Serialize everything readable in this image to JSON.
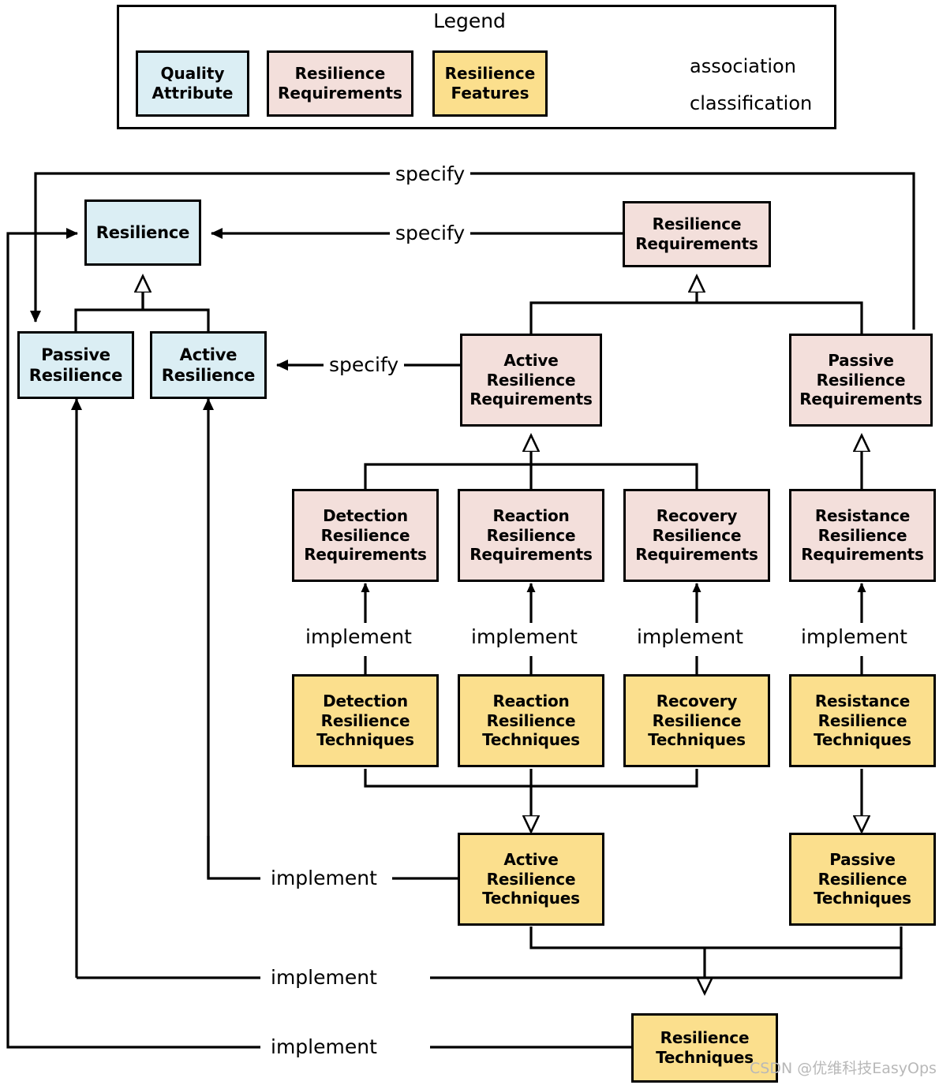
{
  "legend": {
    "title": "Legend",
    "items": [
      {
        "id": "quality-attribute",
        "lines": [
          "Quality",
          "Attribute"
        ],
        "color": "#dbeef4"
      },
      {
        "id": "resilience-requirements",
        "lines": [
          "Resilience",
          "Requirements"
        ],
        "color": "#f3dfdb"
      },
      {
        "id": "resilience-features",
        "lines": [
          "Resilience",
          "Features"
        ],
        "color": "#fbdf8d"
      }
    ],
    "relations": [
      {
        "id": "association",
        "label": "association",
        "arrow": "solid-filled"
      },
      {
        "id": "classification",
        "label": "classification",
        "arrow": "hollow-triangle"
      }
    ]
  },
  "nodes": {
    "resilience": {
      "lines": [
        "Resilience"
      ],
      "kind": "quality-attribute"
    },
    "passive_resilience": {
      "lines": [
        "Passive",
        "Resilience"
      ],
      "kind": "quality-attribute"
    },
    "active_resilience": {
      "lines": [
        "Active",
        "Resilience"
      ],
      "kind": "quality-attribute"
    },
    "resilience_reqs": {
      "lines": [
        "Resilience",
        "Requirements"
      ],
      "kind": "resilience-requirements"
    },
    "active_resilience_reqs": {
      "lines": [
        "Active",
        "Resilience",
        "Requirements"
      ],
      "kind": "resilience-requirements"
    },
    "passive_resilience_reqs": {
      "lines": [
        "Passive",
        "Resilience",
        "Requirements"
      ],
      "kind": "resilience-requirements"
    },
    "detection_reqs": {
      "lines": [
        "Detection",
        "Resilience",
        "Requirements"
      ],
      "kind": "resilience-requirements"
    },
    "reaction_reqs": {
      "lines": [
        "Reaction",
        "Resilience",
        "Requirements"
      ],
      "kind": "resilience-requirements"
    },
    "recovery_reqs": {
      "lines": [
        "Recovery",
        "Resilience",
        "Requirements"
      ],
      "kind": "resilience-requirements"
    },
    "resistance_reqs": {
      "lines": [
        "Resistance",
        "Resilience",
        "Requirements"
      ],
      "kind": "resilience-requirements"
    },
    "detection_tech": {
      "lines": [
        "Detection",
        "Resilience",
        "Techniques"
      ],
      "kind": "resilience-features"
    },
    "reaction_tech": {
      "lines": [
        "Reaction",
        "Resilience",
        "Techniques"
      ],
      "kind": "resilience-features"
    },
    "recovery_tech": {
      "lines": [
        "Recovery",
        "Resilience",
        "Techniques"
      ],
      "kind": "resilience-features"
    },
    "resistance_tech": {
      "lines": [
        "Resistance",
        "Resilience",
        "Techniques"
      ],
      "kind": "resilience-features"
    },
    "active_resilience_tech": {
      "lines": [
        "Active",
        "Resilience",
        "Techniques"
      ],
      "kind": "resilience-features"
    },
    "passive_resilience_tech": {
      "lines": [
        "Passive",
        "Resilience",
        "Techniques"
      ],
      "kind": "resilience-features"
    },
    "resilience_tech": {
      "lines": [
        "Resilience",
        "Techniques"
      ],
      "kind": "resilience-features"
    }
  },
  "edge_labels": {
    "specify_top": "specify",
    "specify_mid": "specify",
    "specify_active": "specify",
    "implement_detection": "implement",
    "implement_reaction": "implement",
    "implement_recovery": "implement",
    "implement_resistance": "implement",
    "implement_active": "implement",
    "implement_passive": "implement",
    "implement_resilience": "implement"
  },
  "watermark": "CSDN @优维科技EasyOps",
  "colors": {
    "quality_attribute": "#dbeef4",
    "resilience_requirements": "#f3dfdb",
    "resilience_features": "#fbdf8d",
    "stroke": "#000000",
    "background": "#ffffff"
  }
}
